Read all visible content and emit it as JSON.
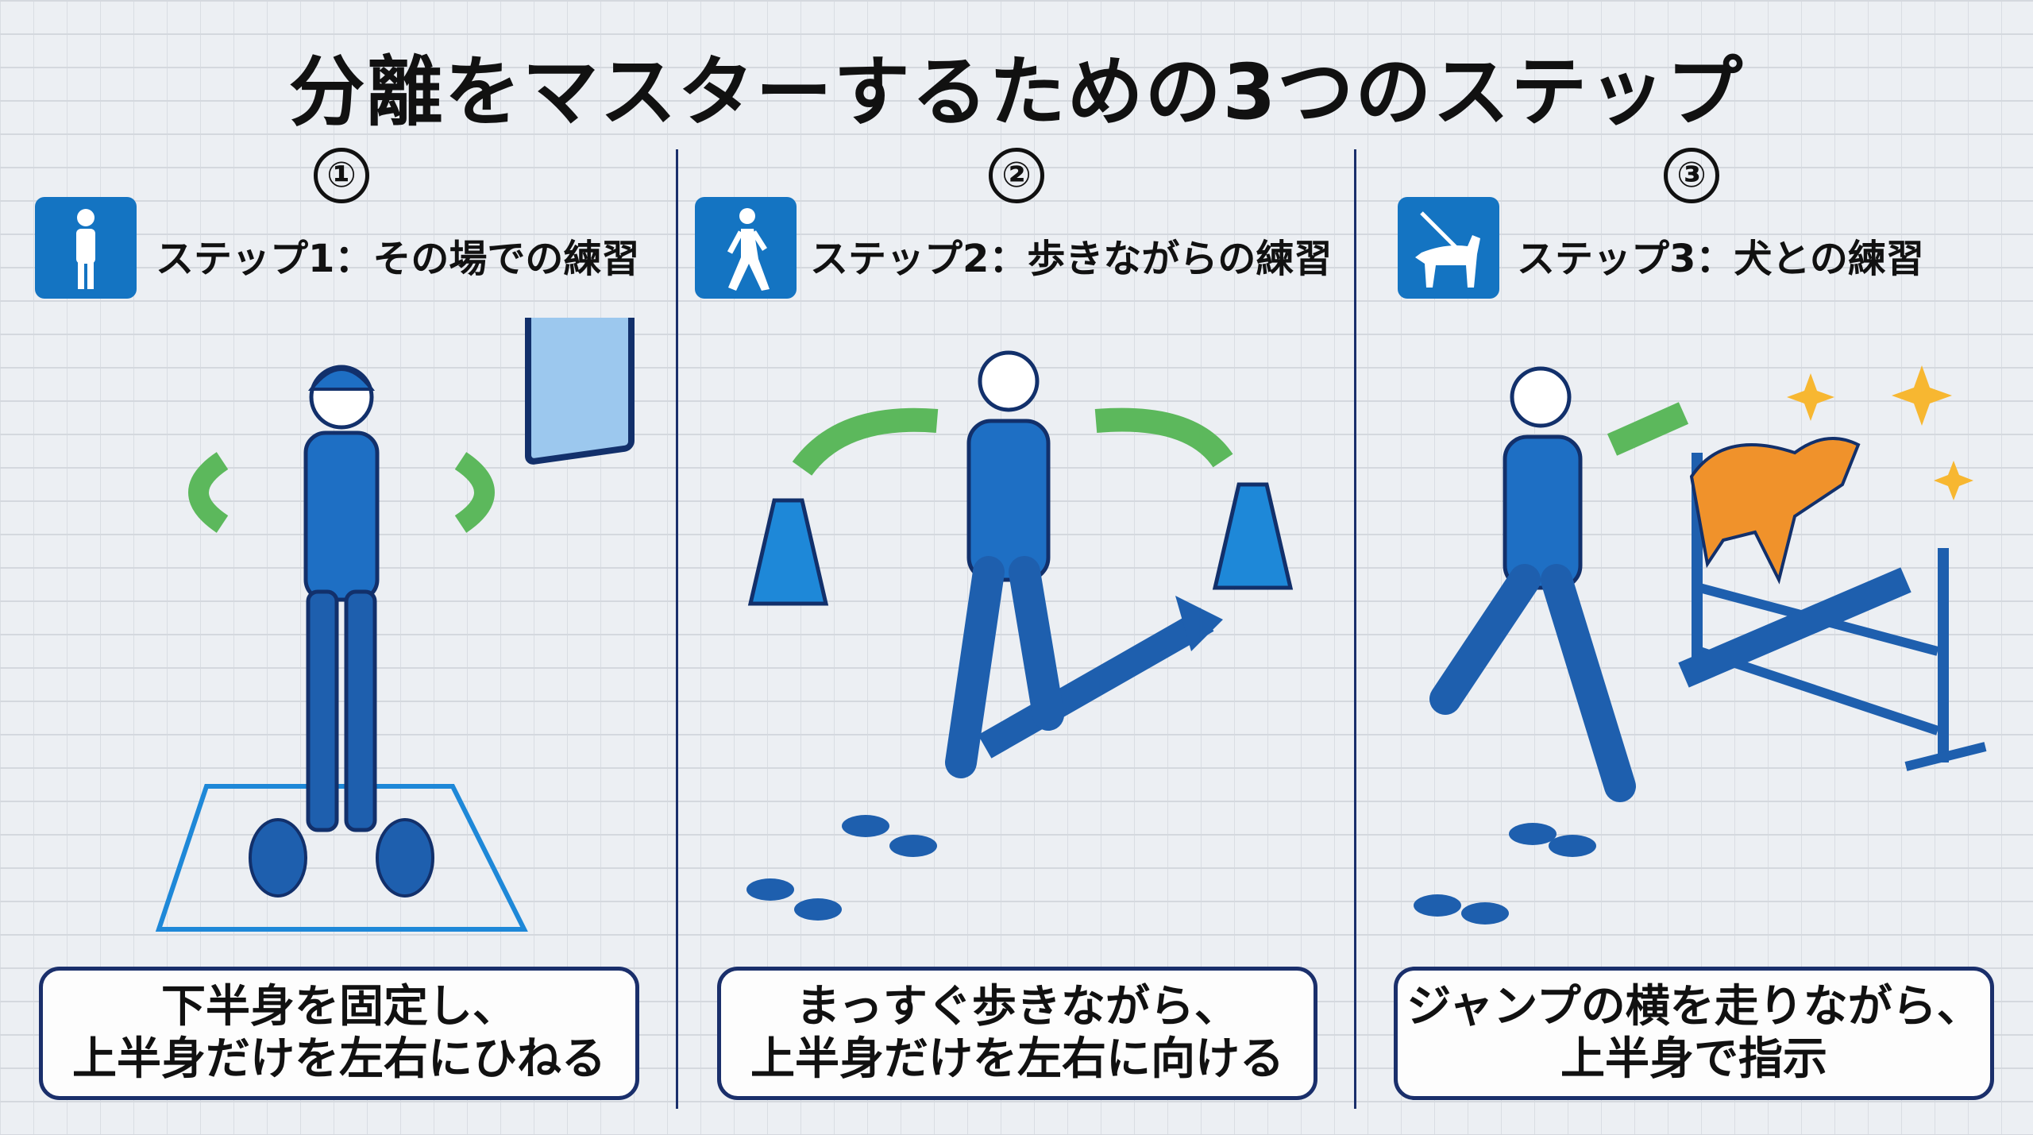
{
  "title": "分離をマスターするための3つのステップ",
  "steps": [
    {
      "number": "①",
      "icon": "standing-person-icon",
      "heading": "ステップ1：その場での練習",
      "caption": [
        "下半身を固定し、",
        "上半身だけを左右にひねる"
      ]
    },
    {
      "number": "②",
      "icon": "walking-person-icon",
      "heading": "ステップ2：歩きながらの練習",
      "caption": [
        "まっすぐ歩きながら、",
        "上半身だけを左右に向ける"
      ]
    },
    {
      "number": "③",
      "icon": "person-with-dog-icon",
      "heading": "ステップ3：犬との練習",
      "caption": [
        "ジャンプの横を走りながら、",
        "上半身で指示"
      ]
    }
  ],
  "colors": {
    "accent": "#1474c2",
    "navy": "#1a2f6b",
    "arrow_green": "#5cb85c",
    "dog_orange": "#f0922b"
  }
}
